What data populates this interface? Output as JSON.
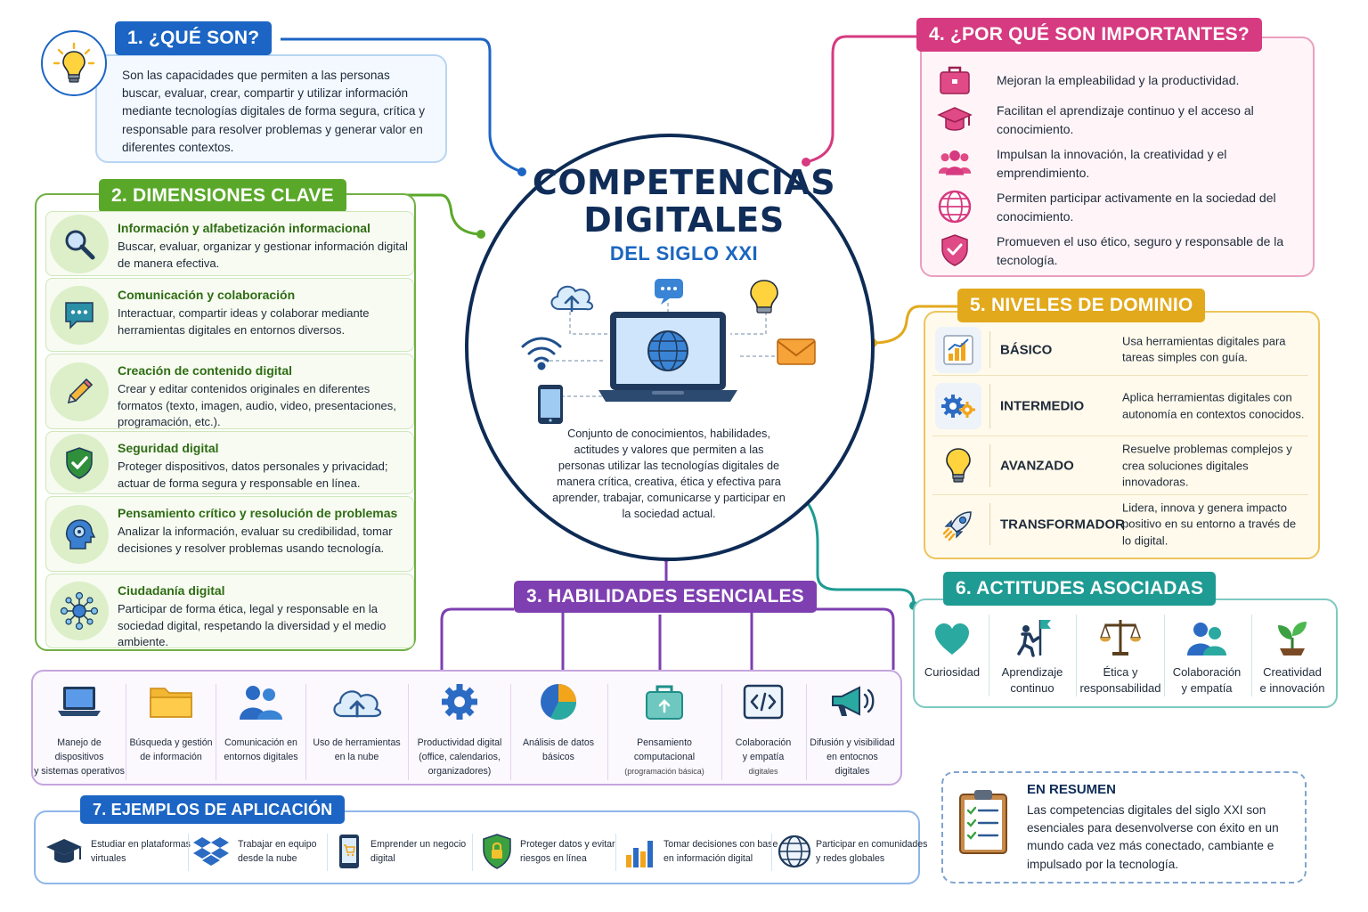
{
  "center": {
    "title_line1": "COMPETENCIAS",
    "title_line2": "DIGITALES",
    "subtitle": "DEL SIGLO XXI",
    "description": "Conjunto de conocimientos, habilidades, actitudes y valores que permiten a las personas utilizar las tecnologías digitales de manera crítica, creativa, ética y efectiva para aprender, trabajar, comunicarse y participar en la sociedad actual.",
    "icons": [
      "cloud-upload-icon",
      "chat-icon",
      "lightbulb-icon",
      "wifi-icon",
      "laptop-globe-icon",
      "mail-icon",
      "smartphone-icon"
    ]
  },
  "section1": {
    "header": "1. ¿QUÉ SON?",
    "text": "Son las capacidades que permiten a las personas buscar, evaluar, crear, compartir y utilizar información mediante tecnologías digitales de forma segura, crítica y responsable para resolver problemas y generar valor en diferentes contextos.",
    "icon": "lightbulb-icon"
  },
  "section2": {
    "header": "2. DIMENSIONES CLAVE",
    "items": [
      {
        "title": "Información y alfabetización informacional",
        "desc": "Buscar, evaluar, organizar y gestionar información digital de manera efectiva.",
        "icon": "magnifier-icon"
      },
      {
        "title": "Comunicación y colaboración",
        "desc": "Interactuar, compartir ideas y colaborar mediante herramientas digitales en entornos diversos.",
        "icon": "chat-bubble-icon"
      },
      {
        "title": "Creación de contenido digital",
        "desc": "Crear y editar contenidos originales en diferentes formatos (texto, imagen, audio, video, presentaciones, programación, etc.).",
        "icon": "pencil-icon"
      },
      {
        "title": "Seguridad digital",
        "desc": "Proteger dispositivos, datos personales y privacidad; actuar de forma segura y responsable en línea.",
        "icon": "shield-check-icon"
      },
      {
        "title": "Pensamiento crítico y resolución de problemas",
        "desc": "Analizar la información, evaluar su credibilidad, tomar decisiones y resolver problemas usando tecnología.",
        "icon": "head-gear-icon"
      },
      {
        "title": "Ciudadanía digital",
        "desc": "Participar de forma ética, legal y responsable en la sociedad digital, respetando la diversidad y el medio ambiente.",
        "icon": "network-icon"
      }
    ]
  },
  "section3": {
    "header": "3. HABILIDADES ESENCIALES",
    "items": [
      {
        "line1": "Manejo de dispositivos",
        "line2": "y sistemas operativos",
        "line3": "",
        "icon": "laptop-icon"
      },
      {
        "line1": "Búsqueda y gestión",
        "line2": "de información",
        "line3": "",
        "icon": "folder-icon"
      },
      {
        "line1": "Comunicación en",
        "line2": "entornos digitales",
        "line3": "",
        "icon": "people-icon"
      },
      {
        "line1": "Uso de herramientas",
        "line2": "en la nube",
        "line3": "",
        "icon": "cloud-upload-icon"
      },
      {
        "line1": "Productividad digital",
        "line2": "(office, calendarios,",
        "line3": "organizadores)",
        "icon": "gear-icon"
      },
      {
        "line1": "Análisis de datos",
        "line2": "básicos",
        "line3": "",
        "icon": "pie-chart-icon"
      },
      {
        "line1": "Pensamiento",
        "line2": "computacional",
        "line3": "(programación básica)",
        "icon": "toolbox-icon"
      },
      {
        "line1": "Colaboración",
        "line2": "y empatía",
        "line3": "digitales",
        "icon": "code-icon"
      },
      {
        "line1": "Difusión y visibilidad",
        "line2": "en entocnos",
        "line3": "digitales",
        "icon": "megaphone-icon"
      }
    ]
  },
  "section4": {
    "header": "4. ¿POR QUÉ SON IMPORTANTES?",
    "items": [
      {
        "text": "Mejoran la empleabilidad y la productividad.",
        "icon": "briefcase-icon"
      },
      {
        "text": "Facilitan el aprendizaje continuo y el acceso al conocimiento.",
        "icon": "graduation-cap-icon"
      },
      {
        "text": "Impulsan la innovación, la creatividad y el emprendimiento.",
        "icon": "group-icon"
      },
      {
        "text": "Permiten participar activamente en la sociedad del conocimiento.",
        "icon": "globe-icon"
      },
      {
        "text": "Promueven el uso ético, seguro y responsable de la tecnología.",
        "icon": "shield-heart-icon"
      }
    ]
  },
  "section5": {
    "header": "5. NIVELES DE DOMINIO",
    "levels": [
      {
        "name": "BÁSICO",
        "desc": "Usa herramientas digitales para tareas simples con guía.",
        "icon": "bar-chart-icon"
      },
      {
        "name": "INTERMEDIO",
        "desc": "Aplica herramientas digitales con autonomía en contextos conocidos.",
        "icon": "gears-icon"
      },
      {
        "name": "AVANZADO",
        "desc": "Resuelve problemas complejos y crea soluciones digitales innovadoras.",
        "icon": "lightbulb-icon"
      },
      {
        "name": "TRANSFORMADOR",
        "desc": "Lidera, innova y genera impacto positivo en su entorno a través de lo digital.",
        "icon": "rocket-icon"
      }
    ]
  },
  "section6": {
    "header": "6. ACTITUDES ASOCIADAS",
    "items": [
      {
        "line1": "Curiosidad",
        "line2": "",
        "icon": "heart-icon"
      },
      {
        "line1": "Aprendizaje",
        "line2": "continuo",
        "icon": "flag-climber-icon"
      },
      {
        "line1": "Ética y",
        "line2": "responsabilidad",
        "icon": "scales-icon"
      },
      {
        "line1": "Colaboración",
        "line2": "y empatía",
        "icon": "people-icon"
      },
      {
        "line1": "Creatividad",
        "line2": "e innovación",
        "icon": "sprout-icon"
      }
    ]
  },
  "section7": {
    "header": "7. EJEMPLOS DE APLICACIÓN",
    "items": [
      {
        "line1": "Estudiar en plataformas",
        "line2": "virtuales",
        "icon": "graduation-cap-icon"
      },
      {
        "line1": "Trabajar en equipo",
        "line2": "desde la nube",
        "icon": "dropbox-icon"
      },
      {
        "line1": "Emprender un negocio",
        "line2": "digital",
        "icon": "mobile-cart-icon"
      },
      {
        "line1": "Proteger datos y evitar",
        "line2": "riesgos en línea",
        "icon": "shield-lock-icon"
      },
      {
        "line1": "Tomar decisiones con base",
        "line2": "en información digital",
        "icon": "bar-chart-icon"
      },
      {
        "line1": "Participar en comunidades",
        "line2": "y redes globales",
        "icon": "globe-icon"
      }
    ]
  },
  "summary": {
    "title": "EN RESUMEN",
    "text": "Las competencias digitales del siglo XXI son esenciales para desenvolverse con éxito en un mundo cada vez más conectado, cambiante e impulsado por la tecnología.",
    "icon": "clipboard-checklist-icon"
  },
  "colors": {
    "navy": "#0f2d58",
    "s1": "#1c65c4",
    "s2": "#5aa82a",
    "s3": "#7e3fb0",
    "s4": "#d63a80",
    "s5": "#e2a91c",
    "s6": "#1e9b93",
    "s7": "#1c65c4"
  }
}
